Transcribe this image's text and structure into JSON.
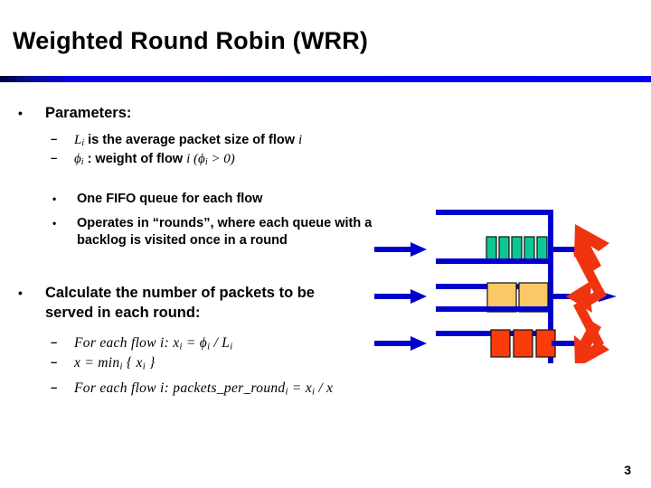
{
  "slide": {
    "title": "Weighted Round Robin (WRR)",
    "page_number": "3",
    "accent_color": "#0000ee",
    "title_rule_dark": "#000037"
  },
  "content": {
    "bullet1": {
      "marker": "•",
      "text": "Parameters:"
    },
    "params": [
      {
        "marker": "–",
        "pre": "",
        "sym": "L",
        "sub": "i",
        "text": " is the average packet size of flow ",
        "tail_sym": "i",
        "tail": ""
      },
      {
        "marker": "–",
        "pre": "",
        "sym": "ϕ",
        "sub": "i",
        "text": " : weight of flow ",
        "tail_sym": "i",
        "tail": " (ϕi > 0)"
      }
    ],
    "sub_bullets": [
      {
        "marker": "•",
        "text": "One FIFO queue for each flow"
      },
      {
        "marker": "•",
        "text": "Operates in “rounds”, where each queue with a backlog is visited once in a round"
      }
    ],
    "bullet2": {
      "marker": "•",
      "text": "Calculate the number of packets to be served in each round:"
    },
    "formulas": [
      {
        "marker": "–",
        "text": "For each flow i: xi = ϕi / Li"
      },
      {
        "marker": "–",
        "text": "x = mini { xi }"
      },
      {
        "marker": "–",
        "text": "For each flow i: packets_per_roundi = xi / x"
      }
    ]
  },
  "diagram": {
    "name": "wrr-queue-scheduler",
    "queue_border_color": "#0000cc",
    "arrow_color": "#0000cc",
    "selector_color": "#f03410",
    "queues": [
      {
        "name": "queue-flow-1",
        "packet_color": "#0dc693",
        "packet_count": 5,
        "packet_width": 11,
        "packet_height": 28,
        "packet_gap": 3
      },
      {
        "name": "queue-flow-2",
        "packet_color": "#fcc866",
        "packet_count": 2,
        "packet_width": 32,
        "packet_height": 32,
        "packet_gap": 3
      },
      {
        "name": "queue-flow-3",
        "packet_color": "#fa3c0a",
        "packet_count": 3,
        "packet_width": 21,
        "packet_height": 30,
        "packet_gap": 4
      }
    ]
  }
}
